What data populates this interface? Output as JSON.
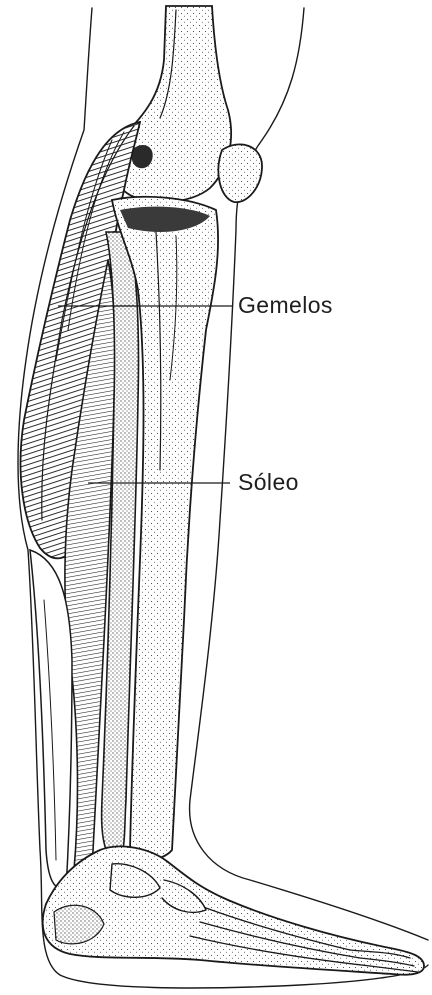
{
  "figure": {
    "labels": [
      {
        "key": "gemelos",
        "text": "Gemelos"
      },
      {
        "key": "soleo",
        "text": "Sóleo"
      }
    ],
    "colors": {
      "ink": "#1a1a1a",
      "paper": "#ffffff",
      "shade": "#4a4a4a"
    }
  }
}
